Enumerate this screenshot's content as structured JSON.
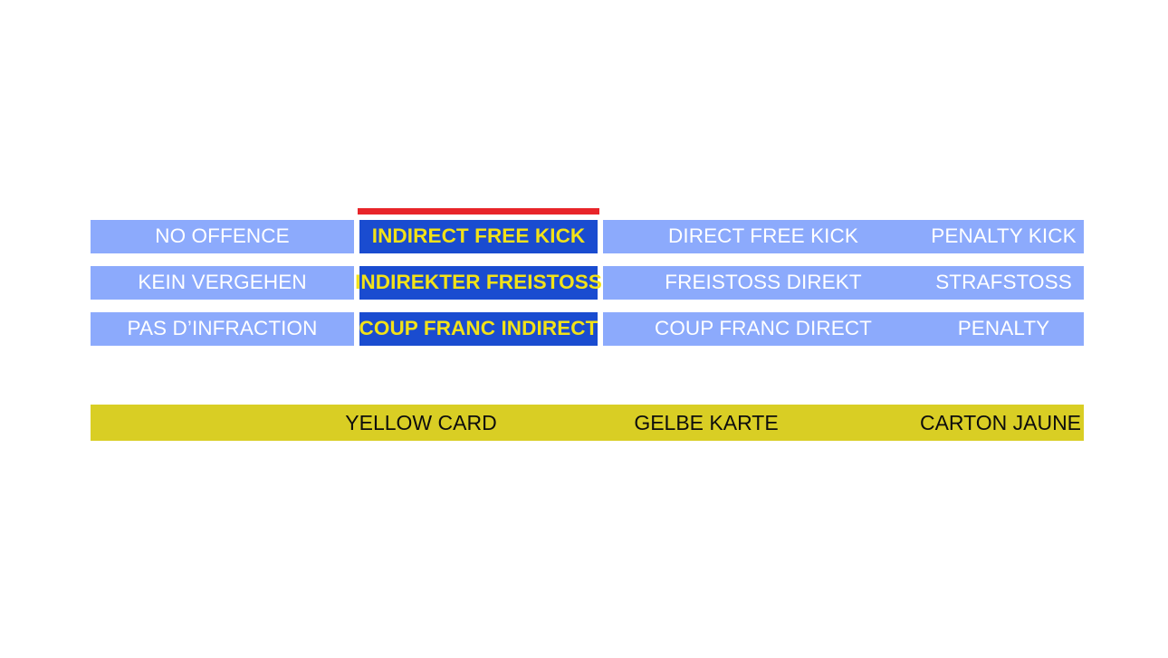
{
  "colors": {
    "light_blue": "#8CAAFC",
    "dark_blue": "#1A4CD0",
    "highlight_text": "#F2E218",
    "red_marker": "#E8252A",
    "yellow_card": "#D9CE24",
    "light_text": "#FFFFFF",
    "card_text": "#0D0D0D"
  },
  "sanction_scale": {
    "rows": [
      {
        "language": "en",
        "no_offence": "NO OFFENCE",
        "indirect_free_kick": "INDIRECT FREE KICK",
        "direct_free_kick": "DIRECT FREE KICK",
        "penalty_kick": "PENALTY KICK"
      },
      {
        "language": "de",
        "no_offence": "KEIN VERGEHEN",
        "indirect_free_kick": "INDIREKTER FREISTOSS",
        "direct_free_kick": "FREISTOSS DIREKT",
        "penalty_kick": "STRAFSTOSS"
      },
      {
        "language": "fr",
        "no_offence": "PAS D’INFRACTION",
        "indirect_free_kick": "COUP FRANC INDIRECT",
        "direct_free_kick": "COUP FRANC DIRECT",
        "penalty_kick": "PENALTY"
      }
    ]
  },
  "card_bar": {
    "labels": [
      "YELLOW CARD",
      "GELBE KARTE",
      "CARTON JAUNE"
    ]
  }
}
